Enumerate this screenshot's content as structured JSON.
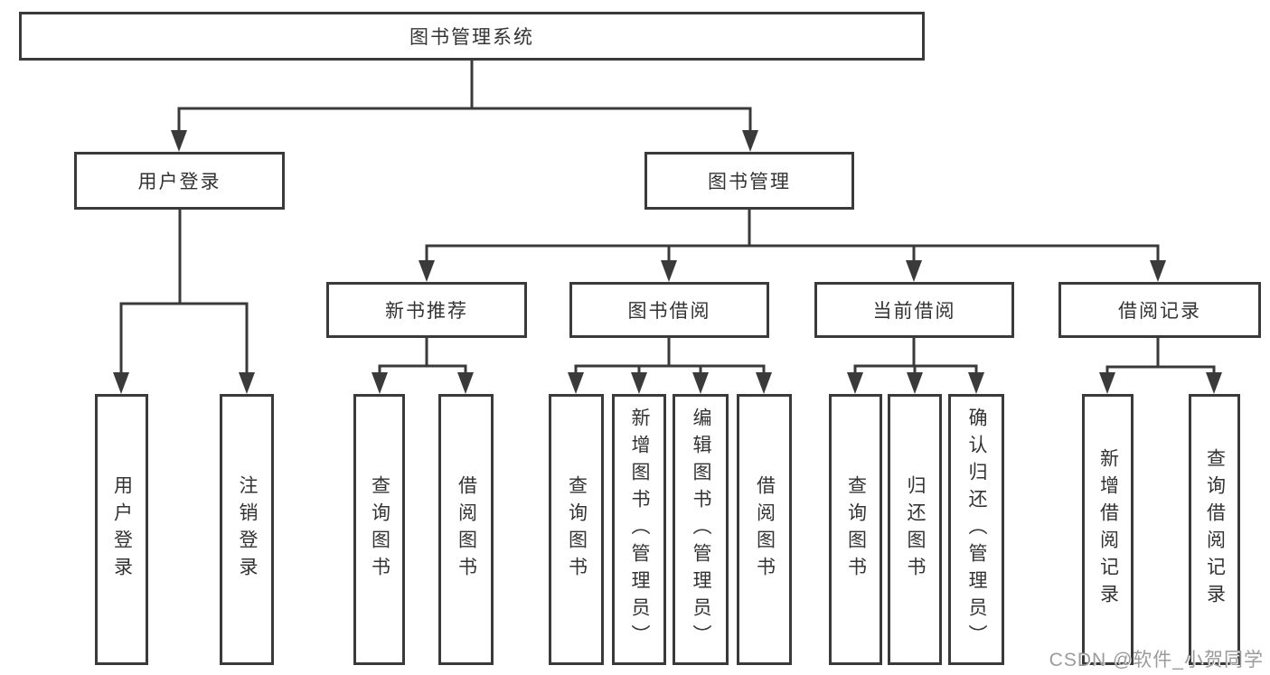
{
  "colors": {
    "line": "#3a3a3a",
    "box_border": "#3a3a3a",
    "text": "#333333",
    "background": "#ffffff",
    "watermark": "#9b9b9b"
  },
  "watermark": {
    "text": "CSDN @软件_小贺同学"
  },
  "tree": {
    "root": {
      "label": "图书管理系统",
      "children": [
        {
          "label": "用户登录",
          "children": [
            {
              "label": "用户登录"
            },
            {
              "label": "注销登录"
            }
          ]
        },
        {
          "label": "图书管理",
          "children": [
            {
              "label": "新书推荐",
              "children": [
                {
                  "label": "查询图书"
                },
                {
                  "label": "借阅图书"
                }
              ]
            },
            {
              "label": "图书借阅",
              "children": [
                {
                  "label": "查询图书"
                },
                {
                  "label": "新增图书（管理员）"
                },
                {
                  "label": "编辑图书（管理员）"
                },
                {
                  "label": "借阅图书"
                }
              ]
            },
            {
              "label": "当前借阅",
              "children": [
                {
                  "label": "查询图书"
                },
                {
                  "label": "归还图书"
                },
                {
                  "label": "确认归还（管理员）"
                }
              ]
            },
            {
              "label": "借阅记录",
              "children": [
                {
                  "label": "新增借阅记录"
                },
                {
                  "label": "查询借阅记录"
                }
              ]
            }
          ]
        }
      ]
    }
  }
}
